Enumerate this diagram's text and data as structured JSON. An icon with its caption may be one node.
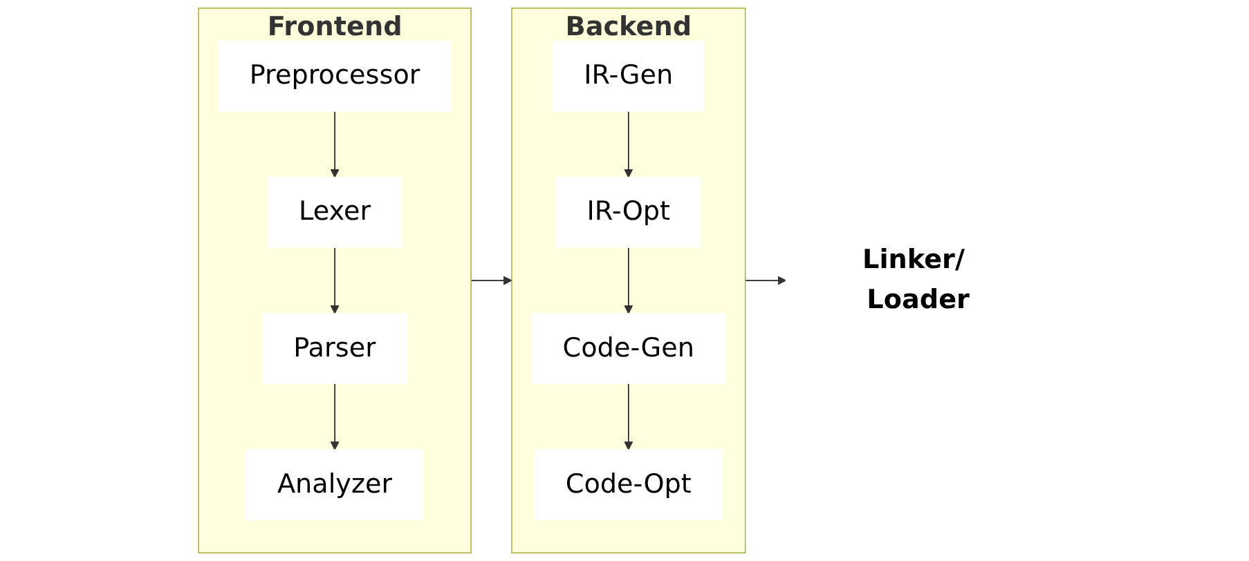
{
  "diagram": {
    "nodes": [
      {
        "text": [
          "Frontend"
        ]
      },
      {
        "text": [
          "Preprocessor"
        ],
        "in": 0
      },
      {
        "text": [
          "Lexer"
        ],
        "in": 0
      },
      {
        "text": [
          "Parser"
        ],
        "in": 0
      },
      {
        "text": [
          "Analyzer"
        ],
        "in": 0
      },
      {
        "text": [
          "Backend"
        ]
      },
      {
        "text": [
          "IR-Gen"
        ],
        "in": 5
      },
      {
        "text": [
          "IR-Opt"
        ],
        "in": 5
      },
      {
        "text": [
          "Code-Gen"
        ],
        "in": 5
      },
      {
        "text": [
          "Code-Opt"
        ],
        "in": 5
      },
      {
        "text": [
          "Linker/ Loader"
        ]
      }
    ],
    "edges": [
      {
        "from": 1,
        "to": 2,
        "arrow": "to"
      },
      {
        "from": 2,
        "to": 3,
        "arrow": "to"
      },
      {
        "from": 3,
        "to": 4,
        "arrow": "to"
      },
      {
        "from": 0,
        "to": 5,
        "arrow": "to"
      },
      {
        "from": 6,
        "to": 7,
        "arrow": "to"
      },
      {
        "from": 7,
        "to": 8,
        "arrow": "to"
      },
      {
        "from": 8,
        "to": 9,
        "arrow": "to"
      },
      {
        "from": 5,
        "to": 10,
        "arrow": "to"
      }
    ]
  }
}
